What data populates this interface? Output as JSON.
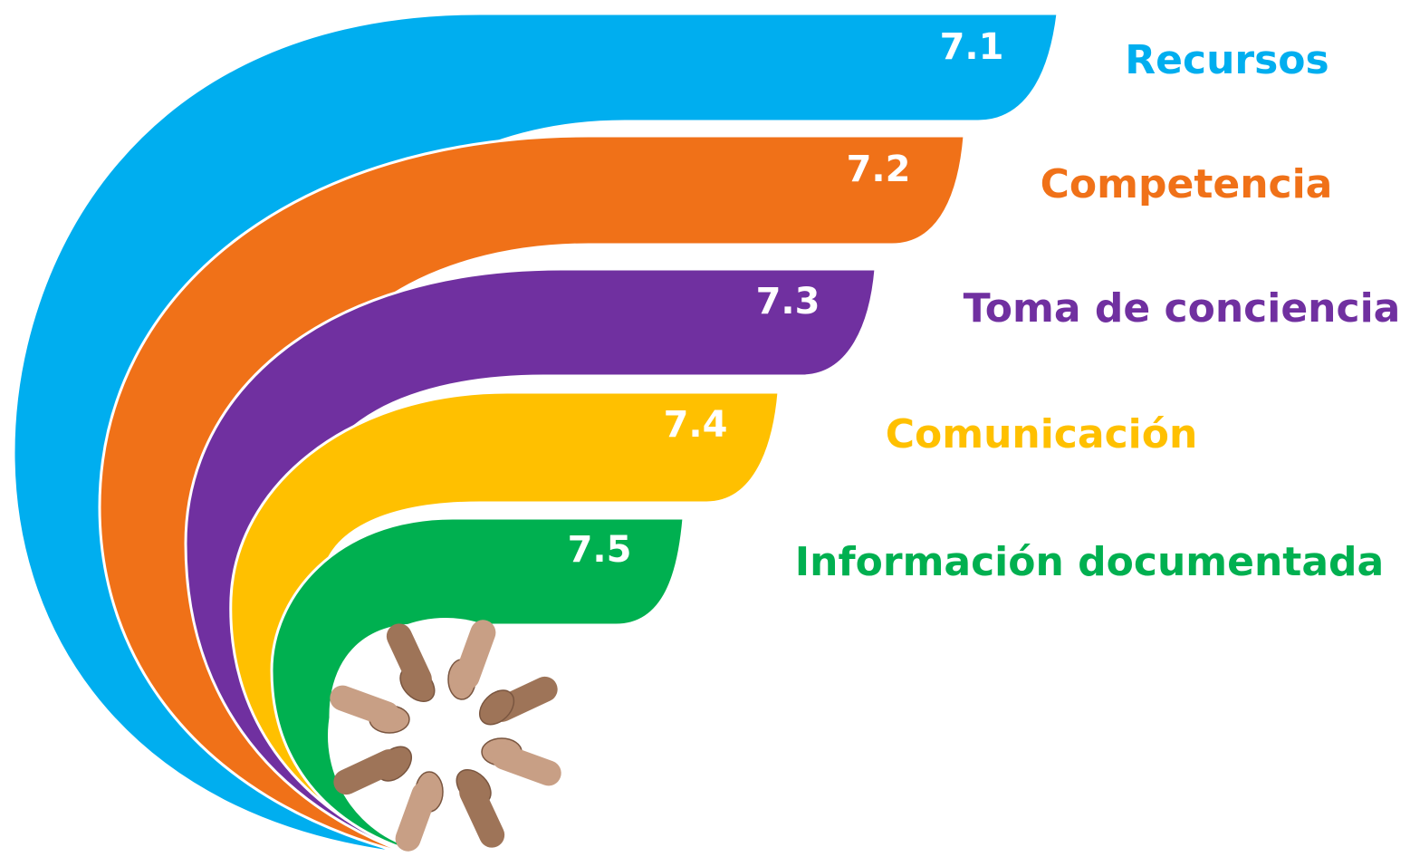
{
  "bands": [
    {
      "number": "7.1",
      "label": "Recursos",
      "color": "#00AEEF"
    },
    {
      "number": "7.2",
      "label": "Competencia",
      "color": "#F07118"
    },
    {
      "number": "7.3",
      "label": "Toma de conciencia",
      "color": "#7030A0"
    },
    {
      "number": "7.4",
      "label": "Comunicación",
      "color": "#FFC000"
    },
    {
      "number": "7.5",
      "label": "Información documentada",
      "color": "#00B050"
    }
  ],
  "center_image": {
    "icon": "joined-hands-circle-icon",
    "colors": {
      "skin": "#C89F85",
      "skin_dark": "#9E7458",
      "background": "#FFFFFF"
    }
  }
}
